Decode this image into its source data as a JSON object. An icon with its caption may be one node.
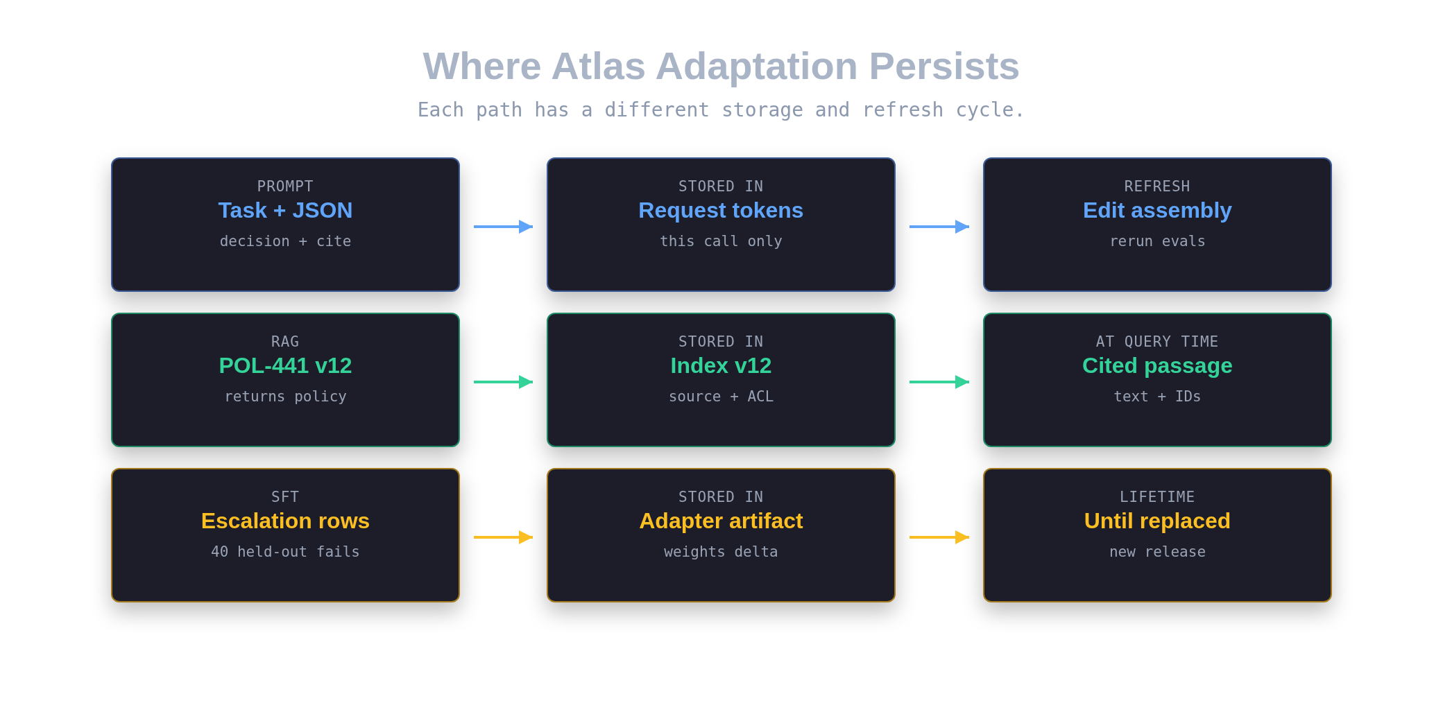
{
  "diagram": {
    "title": "Where Atlas Adaptation Persists",
    "caption": "Each path has a different storage and refresh cycle.",
    "nodes": [
      {
        "text": [
          "PROMPT",
          "Task + JSON",
          "decision + cite"
        ]
      },
      {
        "text": [
          "STORED IN",
          "Request tokens",
          "this call only"
        ]
      },
      {
        "text": [
          "REFRESH",
          "Edit assembly",
          "rerun evals"
        ]
      },
      {
        "text": [
          "RAG",
          "POL-441 v12",
          "returns policy"
        ]
      },
      {
        "text": [
          "STORED IN",
          "Index v12",
          "source + ACL"
        ]
      },
      {
        "text": [
          "AT QUERY TIME",
          "Cited passage",
          "text + IDs"
        ]
      },
      {
        "text": [
          "SFT",
          "Escalation rows",
          "40 held-out fails"
        ]
      },
      {
        "text": [
          "STORED IN",
          "Adapter artifact",
          "weights delta"
        ]
      },
      {
        "text": [
          "LIFETIME",
          "Until replaced",
          "new release"
        ]
      }
    ],
    "edges": [
      {
        "from": 0,
        "to": 1,
        "arrow": "to"
      },
      {
        "from": 1,
        "to": 2,
        "arrow": "to"
      },
      {
        "from": 3,
        "to": 4,
        "arrow": "to",
        "color": "#34d399"
      },
      {
        "from": 4,
        "to": 5,
        "arrow": "to",
        "color": "#34d399"
      },
      {
        "from": 6,
        "to": 7,
        "arrow": "to",
        "color": "#fbbf24"
      },
      {
        "from": 7,
        "to": 8,
        "arrow": "to",
        "color": "#fbbf24"
      }
    ]
  }
}
